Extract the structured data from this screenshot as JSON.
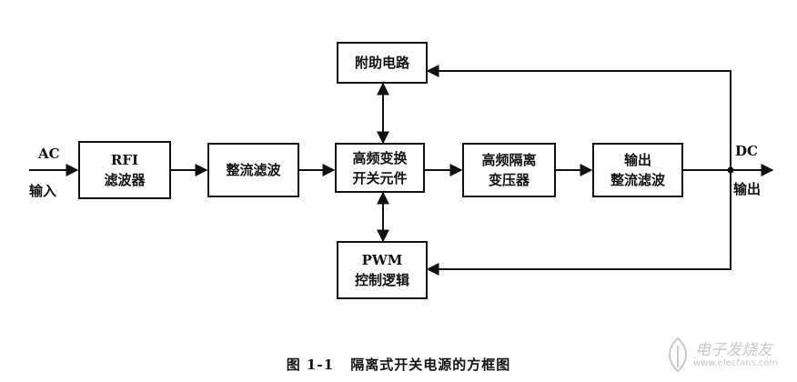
{
  "diagram": {
    "input": {
      "top_label": "AC",
      "bottom_label": "输入"
    },
    "output": {
      "top_label": "DC",
      "bottom_label": "输出"
    },
    "blocks": {
      "rfi": [
        "RFI",
        "滤波器"
      ],
      "rectifier": [
        "整流滤波"
      ],
      "switch": [
        "高频变换",
        "开关元件"
      ],
      "transformer": [
        "高频隔离",
        "变压器"
      ],
      "output_filter": [
        "输出",
        "整流滤波"
      ],
      "aux": [
        "附助电路"
      ],
      "pwm": [
        "PWM",
        "控制逻辑"
      ]
    },
    "caption": {
      "number": "图 1-1",
      "title": "隔离式开关电源的方框图"
    }
  },
  "watermark": {
    "name": "电子发烧友",
    "url": "www.elecfans.com"
  },
  "colors": {
    "ink": "#111111",
    "background": "#ffffff",
    "watermark": "#c8c8c8"
  }
}
